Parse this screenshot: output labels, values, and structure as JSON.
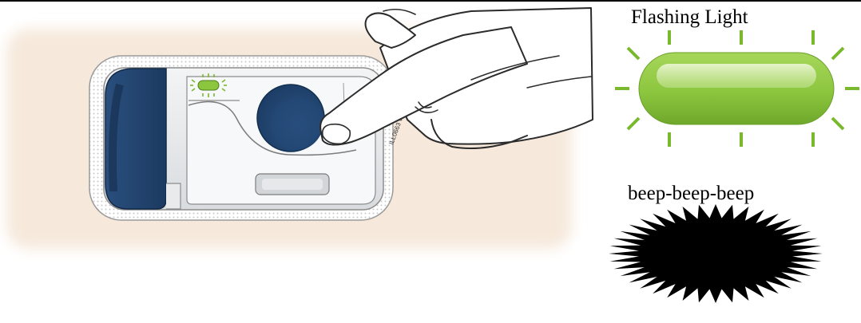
{
  "figure": {
    "flashing_light_label": "Flashing Light",
    "beep_label": "beep-beep-beep",
    "device_code": "ILL0663 v4"
  },
  "colors": {
    "background_panel": "#f6e9dc",
    "device_blue": "#1d3e66",
    "light_green": "#8cc63f",
    "ray_green": "#7ab82e",
    "burst": "#000000"
  }
}
